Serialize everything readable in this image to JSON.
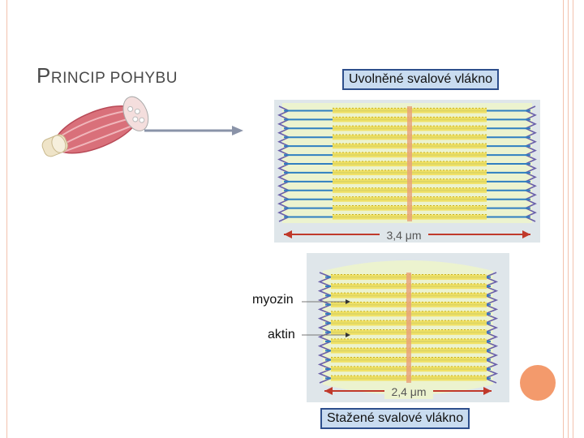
{
  "slide": {
    "title_cap": "P",
    "title_rest": "RINCIP POHYBU"
  },
  "labels": {
    "relaxed": "Uvolněné svalové vlákno",
    "contracted": "Stažené  svalové vlákno",
    "myosin": "myozin",
    "actin": "aktin"
  },
  "measurements": {
    "relaxed_length": "3,4 μm",
    "contracted_length": "2,4 μm"
  },
  "colors": {
    "accent": "#f39a6c",
    "frame": "#f3c2ae",
    "label_border": "#2e4f8c",
    "label_fill": "#c9dcf0"
  }
}
